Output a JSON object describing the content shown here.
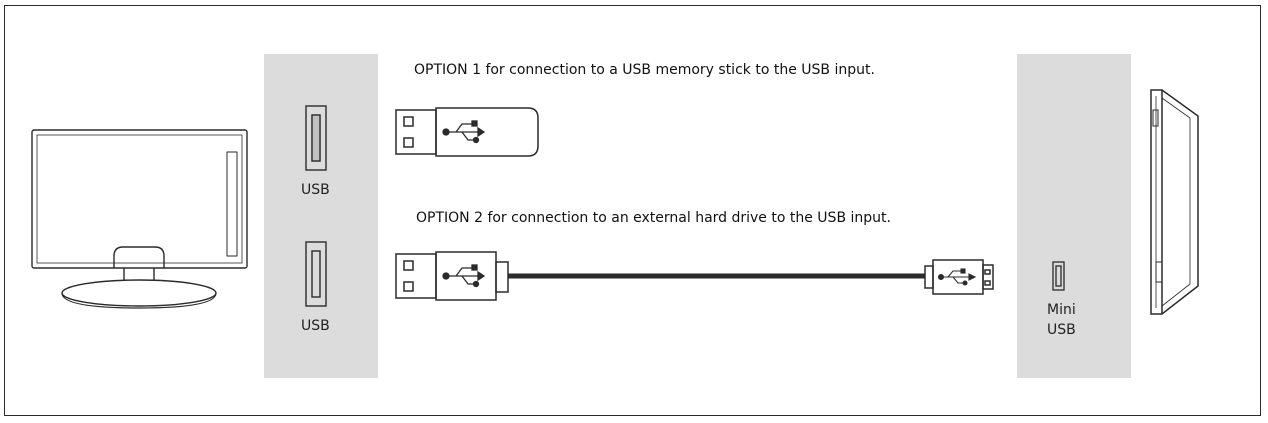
{
  "diagram": {
    "option1": "OPTION 1 for connection to a USB memory stick to the USB input.",
    "option2": "OPTION 2 for connection to an external hard drive to the USB input.",
    "tv_port_labels": [
      "USB",
      "USB"
    ],
    "drive_port_label_line1": "Mini",
    "drive_port_label_line2": "USB",
    "icons": [
      "tv-icon",
      "usb-port-icon",
      "usb-memory-stick-icon",
      "usb-cable-icon",
      "usb-trident-icon",
      "mini-usb-port-icon",
      "external-hard-drive-icon"
    ],
    "colors": {
      "panel": "#dcdcdc",
      "line": "#2b2b2b"
    }
  }
}
